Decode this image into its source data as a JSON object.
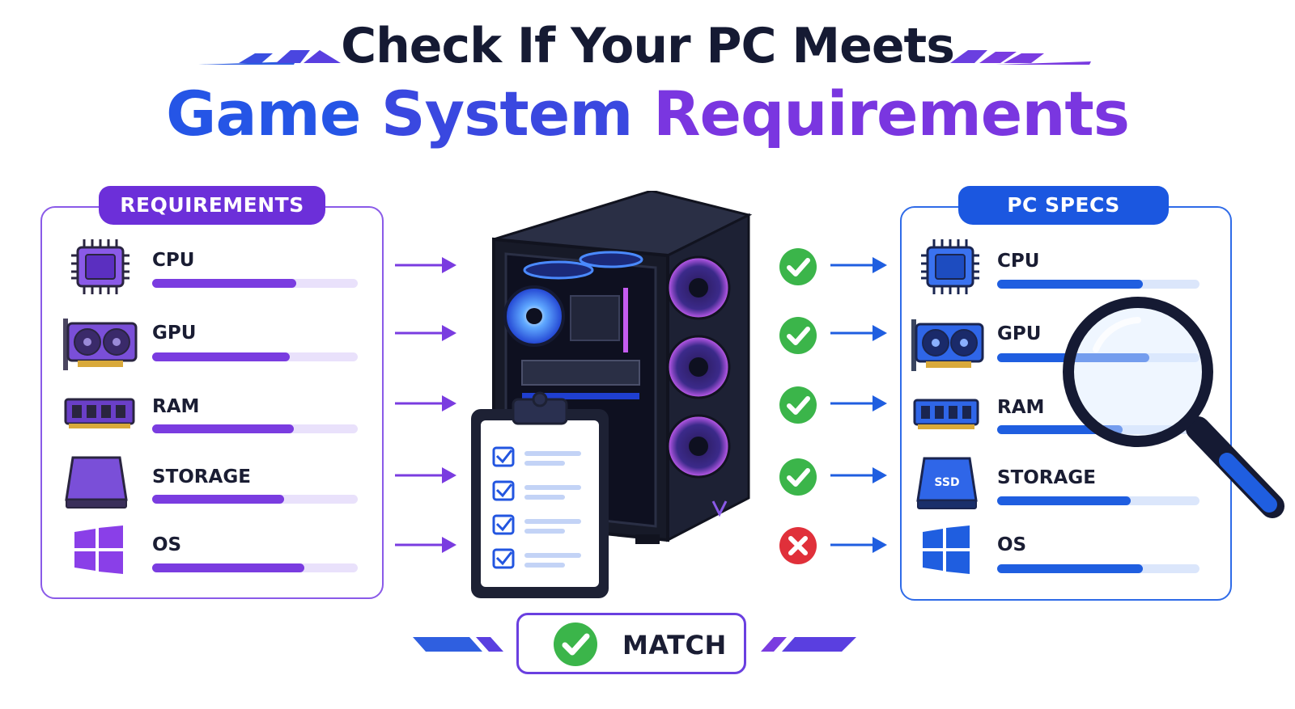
{
  "title": {
    "line1": "Check If Your PC Meets",
    "line2_part1": "Game",
    "line2_part2": "System",
    "line2_part3": "Requirements"
  },
  "requirements_panel": {
    "heading": "REQUIREMENTS",
    "items": [
      {
        "label": "CPU",
        "level": 0.7
      },
      {
        "label": "GPU",
        "level": 0.67
      },
      {
        "label": "RAM",
        "level": 0.69
      },
      {
        "label": "STORAGE",
        "level": 0.64
      },
      {
        "label": "OS",
        "level": 0.74
      }
    ]
  },
  "pc_specs_panel": {
    "heading": "PC SPECS",
    "storage_icon_text": "SSD",
    "items": [
      {
        "label": "CPU",
        "level": 0.72
      },
      {
        "label": "GPU",
        "level": 0.75
      },
      {
        "label": "RAM",
        "level": 0.62
      },
      {
        "label": "STORAGE",
        "level": 0.66
      },
      {
        "label": "OS",
        "level": 0.72
      }
    ]
  },
  "checks": [
    "pass",
    "pass",
    "pass",
    "pass",
    "fail"
  ],
  "match": {
    "label": "MATCH"
  },
  "colors": {
    "purple": "#7a3ce0",
    "blue": "#1f5ee0",
    "pass": "#3bb54a",
    "fail": "#e0303a",
    "dark": "#151a33"
  },
  "icons": [
    "cpu-icon",
    "gpu-icon",
    "ram-icon",
    "storage-icon",
    "windows-icon",
    "pc-case-icon",
    "clipboard-icon",
    "magnifier-icon",
    "check-icon",
    "cross-icon"
  ]
}
